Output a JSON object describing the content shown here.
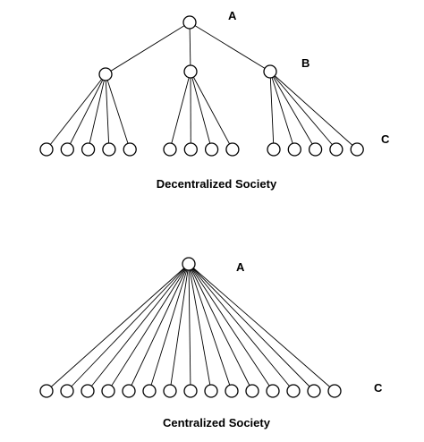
{
  "decentralized": {
    "title": "Decentralized Society",
    "label_a": "A",
    "label_b": "B",
    "label_c": "C",
    "groups": [
      5,
      4,
      5
    ]
  },
  "centralized": {
    "title": "Centralized Society",
    "label_a": "A",
    "label_c": "C",
    "leaf_count": 15
  }
}
